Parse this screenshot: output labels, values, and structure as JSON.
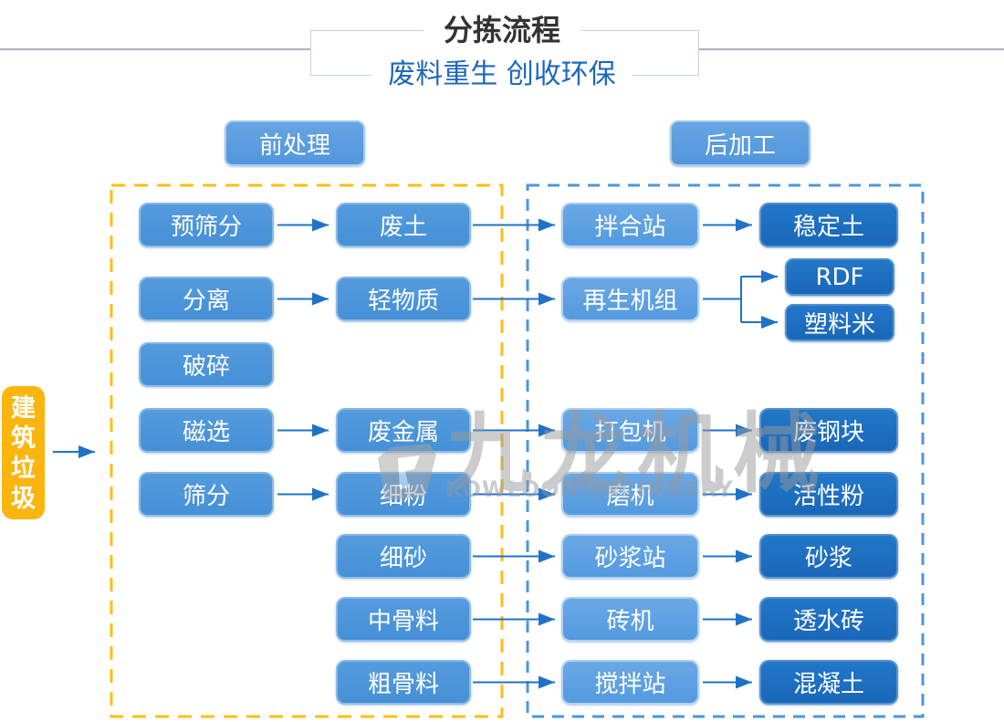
{
  "header": {
    "title": "分拣流程",
    "subtitle": "废料重生 创收环保"
  },
  "sections": {
    "pre_label": "前处理",
    "post_label": "后加工"
  },
  "source_label": "建筑垃圾",
  "nodes": {
    "pre_screening": "预筛分",
    "separation": "分离",
    "crushing": "破碎",
    "magnetic_separation": "磁选",
    "screening": "筛分",
    "waste_soil": "废土",
    "light_material": "轻物质",
    "scrap_metal": "废金属",
    "fine_powder": "细粉",
    "fine_sand": "细砂",
    "medium_aggregate": "中骨料",
    "coarse_aggregate": "粗骨料",
    "mixing_station": "拌合站",
    "recycling_unit": "再生机组",
    "baler": "打包机",
    "mill": "磨机",
    "mortar_station": "砂浆站",
    "brick_machine": "砖机",
    "concrete_batching_station": "搅拌站",
    "stabilized_soil": "稳定土",
    "rdf": "RDF",
    "plastic_pellets": "塑料米",
    "scrap_steel_block": "废钢块",
    "active_powder": "活性粉",
    "mortar": "砂浆",
    "permeable_brick": "透水砖",
    "concrete": "混凝土"
  },
  "edges": [
    {
      "from": "建筑垃圾",
      "to": "前处理"
    },
    {
      "from": "预筛分",
      "to": "废土"
    },
    {
      "from": "分离",
      "to": "轻物质"
    },
    {
      "from": "磁选",
      "to": "废金属"
    },
    {
      "from": "筛分",
      "to": "细粉"
    },
    {
      "from": "废土",
      "to": "拌合站"
    },
    {
      "from": "轻物质",
      "to": "再生机组"
    },
    {
      "from": "废金属",
      "to": "打包机"
    },
    {
      "from": "细粉",
      "to": "磨机"
    },
    {
      "from": "细砂",
      "to": "砂浆站"
    },
    {
      "from": "中骨料",
      "to": "砖机"
    },
    {
      "from": "粗骨料",
      "to": "搅拌站"
    },
    {
      "from": "拌合站",
      "to": "稳定土"
    },
    {
      "from": "再生机组",
      "to": "RDF"
    },
    {
      "from": "再生机组",
      "to": "塑料米"
    },
    {
      "from": "打包机",
      "to": "废钢块"
    },
    {
      "from": "磨机",
      "to": "活性粉"
    },
    {
      "from": "砂浆站",
      "to": "砂浆"
    },
    {
      "from": "砖机",
      "to": "透水砖"
    },
    {
      "from": "搅拌站",
      "to": "混凝土"
    }
  ],
  "watermark": {
    "cn": "九龙机械",
    "en": "KOWLOONMACHINERY"
  },
  "colors": {
    "process_blue": "#4C95DA",
    "machine_blue": "#5EA0E1",
    "result_blue": "#1E6FC0",
    "accent_yellow": "#FBB50F",
    "dashed_yellow": "#FFBE14",
    "dashed_blue": "#4E96DB",
    "arrow_blue": "#1F72C8",
    "subtitle_blue": "#1B67BE",
    "title_gray": "#333333"
  }
}
